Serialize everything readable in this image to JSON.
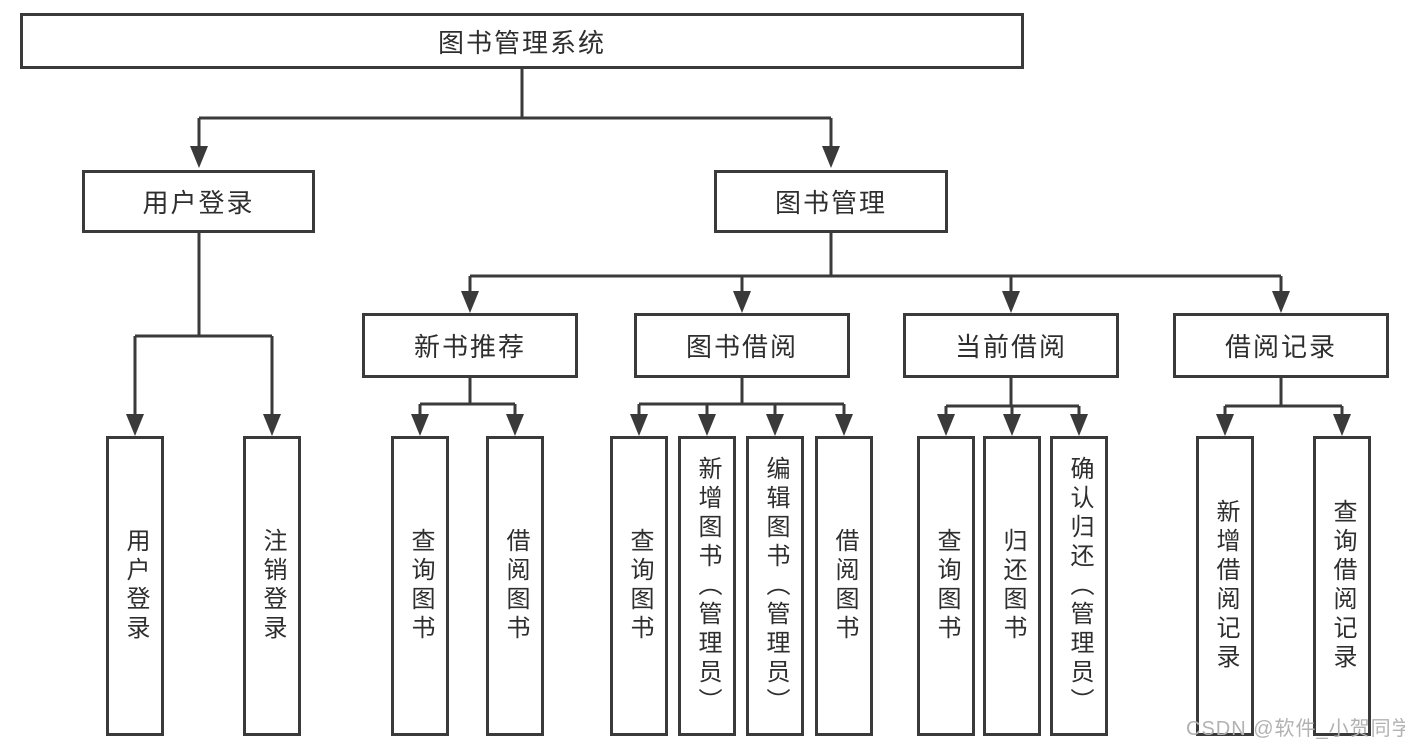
{
  "colors": {
    "line": "#3a3a3a",
    "box_background": "#ffffff",
    "text": "#2e2e2e",
    "watermark": "#b2b2b2"
  },
  "diagram": {
    "root": {
      "label": "图书管理系统"
    },
    "level2": [
      {
        "label": "用户登录"
      },
      {
        "label": "图书管理"
      }
    ],
    "level3": [
      {
        "label": "新书推荐"
      },
      {
        "label": "图书借阅"
      },
      {
        "label": "当前借阅"
      },
      {
        "label": "借阅记录"
      }
    ],
    "leaves": {
      "user": [
        "用户登录",
        "注销登录"
      ],
      "newbook": [
        "查询图书",
        "借阅图书"
      ],
      "borrow": [
        "查询图书",
        "新增图书（管理员）",
        "编辑图书（管理员）",
        "借阅图书"
      ],
      "current": [
        "查询图书",
        "归还图书",
        "确认归还（管理员）"
      ],
      "records": [
        "新增借阅记录",
        "查询借阅记录"
      ]
    }
  },
  "watermark": {
    "text": "CSDN @软件_小贺同学"
  }
}
